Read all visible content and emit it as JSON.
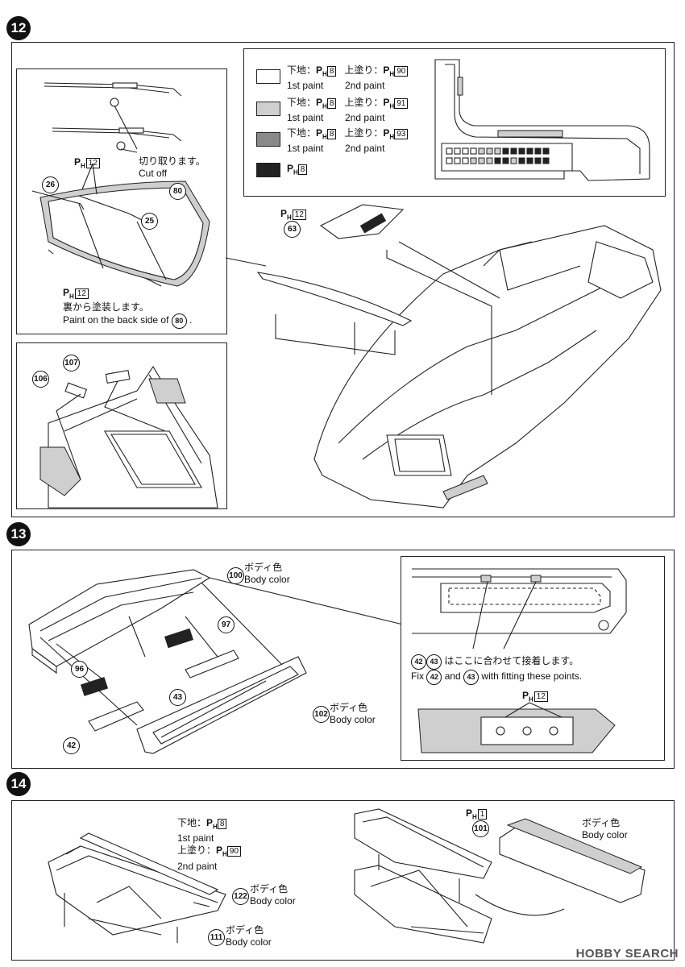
{
  "steps": {
    "s12": "12",
    "s13": "13",
    "s14": "14"
  },
  "paint_legend": [
    {
      "base_label": "下地：",
      "base_code": "8",
      "top_label": "上塗り：",
      "top_code": "90",
      "base_en": "1st paint",
      "top_en": "2nd paint",
      "color": "#ffffff"
    },
    {
      "base_label": "下地：",
      "base_code": "8",
      "top_label": "上塗り：",
      "top_code": "91",
      "base_en": "1st paint",
      "top_en": "2nd paint",
      "color": "#cfcfcf"
    },
    {
      "base_label": "下地：",
      "base_code": "8",
      "top_label": "上塗り：",
      "top_code": "93",
      "base_en": "1st paint",
      "top_en": "2nd paint",
      "color": "#8a8a8a"
    },
    {
      "code": "8",
      "color": "#222222"
    }
  ],
  "prefix": "P",
  "prefix_sub": "H",
  "step12": {
    "cut_jp": "切り取ります。",
    "cut_en": "Cut off",
    "paint_code_top": "12",
    "paint_code_bottom": "12",
    "back_jp": "裏から塗装します。",
    "back_en_pre": "Paint on the back side of",
    "back_en_post": ".",
    "part_26": "26",
    "part_25": "25",
    "part_80": "80",
    "part_63": "63",
    "paint_63": "12",
    "part_107": "107",
    "part_106": "106"
  },
  "step13": {
    "part_100": "100",
    "body_jp_100": "ボディ色",
    "body_en_100": "Body color",
    "part_97": "97",
    "part_96": "96",
    "part_43": "43",
    "part_42": "42",
    "part_102": "102",
    "body_jp_102": "ボディ色",
    "body_en_102": "Body color",
    "fix_jp": "はここに合わせて接着します。",
    "fix_en_pre": "Fix",
    "fix_en_mid": "and",
    "fix_en_post": "with fitting these points.",
    "paint_inset": "12"
  },
  "step14": {
    "base_jp": "下地：",
    "base_code": "8",
    "base_en": "1st paint",
    "top_jp": "上塗り：",
    "top_code": "90",
    "top_en": "2nd paint",
    "part_122": "122",
    "body_jp_122": "ボディ色",
    "body_en_122": "Body color",
    "part_111": "111",
    "body_jp_111": "ボディ色",
    "body_en_111": "Body color",
    "part_101": "101",
    "paint_101": "1",
    "body_jp_101": "ボディ色",
    "body_en_101": "Body color"
  },
  "watermark": "HOBBY SEARCH"
}
